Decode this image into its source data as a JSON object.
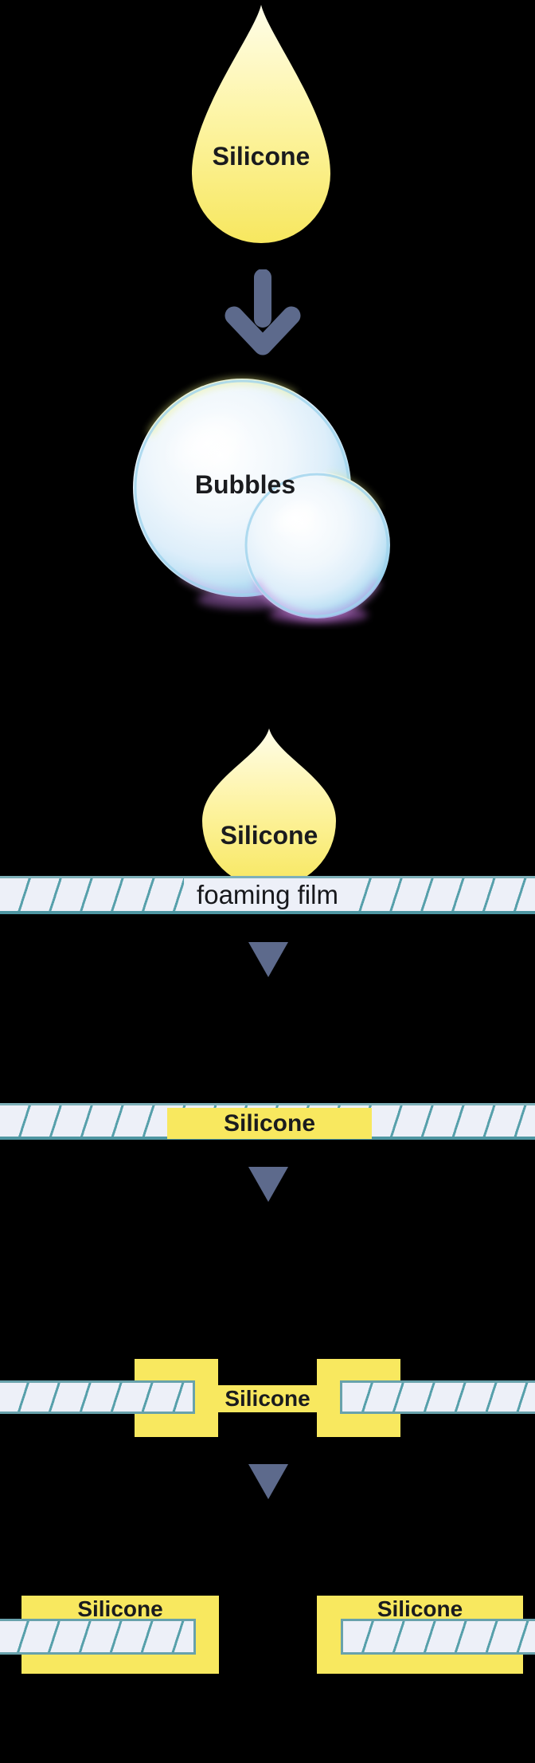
{
  "diagram": "silicone-foaming-film-process",
  "colors": {
    "background": "#000000",
    "silicone_yellow": "#f8e85f",
    "silicone_gradient_top": "#fffde9",
    "silicone_gradient_bottom": "#f7e75f",
    "film_fill": "#edf0f8",
    "film_hatch_teal": "#57a0ab",
    "film_border_teal": "#4e96a2",
    "arrow_slate": "#5d6a8c",
    "bubble_blue": "#8ecbe8",
    "label_text": "#1a1b1e"
  },
  "stage1": {
    "drop_label": "Silicone"
  },
  "stage2": {
    "bubbles_label": "Bubbles"
  },
  "stage3": {
    "drop_label": "Silicone",
    "film_label": "foaming film"
  },
  "stage4": {
    "silicone_label": "Silicone"
  },
  "stage5": {
    "silicone_label": "Silicone"
  },
  "stage6": {
    "left_label": "Silicone",
    "right_label": "Silicone"
  }
}
